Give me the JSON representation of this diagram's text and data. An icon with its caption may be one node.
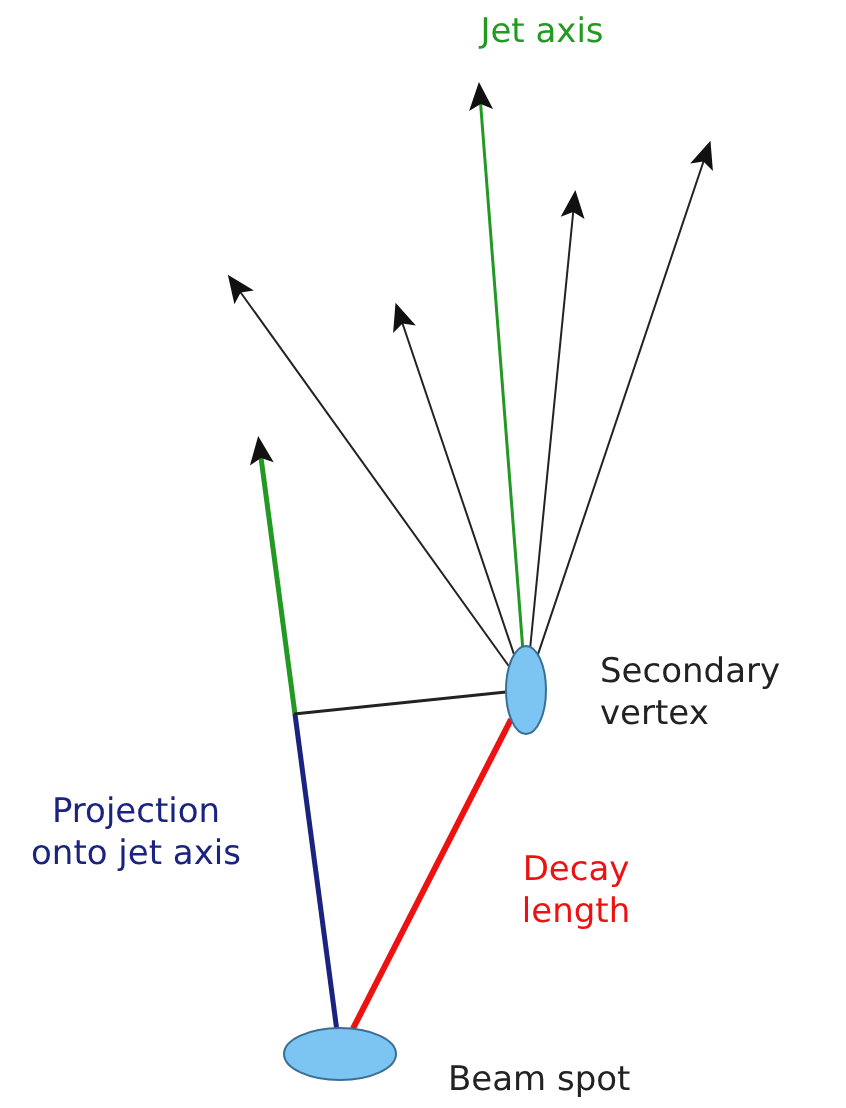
{
  "diagram": {
    "nodes": [
      {
        "text": [],
        "shape": "ellipse",
        "beside": [
          "Beam spot"
        ]
      },
      {
        "text": [],
        "shape": "ellipse",
        "beside": [
          "Secondary vertex"
        ]
      }
    ],
    "edges": [
      {
        "from": 0,
        "to": 1,
        "arrow": "none",
        "label": "Decay length",
        "style": "thick",
        "color": "#ee1111"
      },
      {
        "from": 1,
        "to": null,
        "arrow": "to",
        "label": "Jet axis",
        "color": "#229922"
      },
      {
        "from": 1,
        "to": null,
        "arrow": "to"
      },
      {
        "from": 1,
        "to": null,
        "arrow": "to"
      },
      {
        "from": 1,
        "to": null,
        "arrow": "to"
      },
      {
        "from": 1,
        "to": null,
        "arrow": "to"
      },
      {
        "from": 0,
        "to": null,
        "arrow": "to",
        "label": "Projection onto jet axis",
        "color": "#1a237e"
      },
      {
        "from": 1,
        "to": null,
        "arrow": "none"
      }
    ]
  }
}
